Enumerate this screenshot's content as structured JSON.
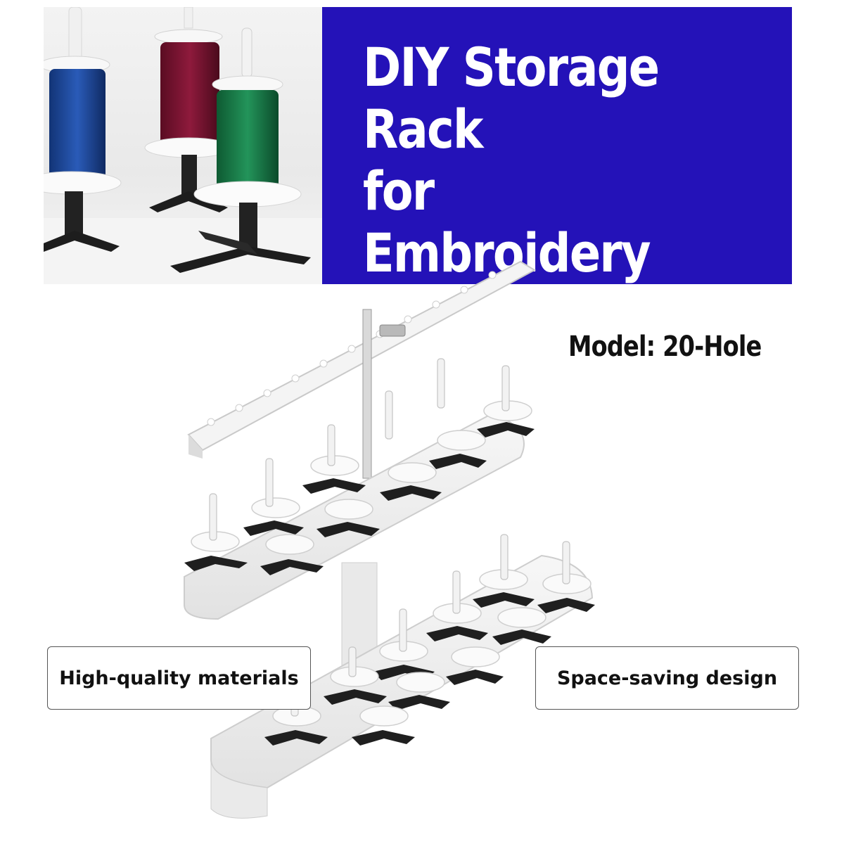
{
  "banner": {
    "title": "DIY Storage Rack\nfor Embroidery\nFloss",
    "photo_colors": {
      "blue_spool": "#1e4a9a",
      "red_spool": "#7a1230",
      "green_spool": "#1a7a4a",
      "background": "#2412b8"
    }
  },
  "model": {
    "label": "Model: 20-Hole"
  },
  "features": {
    "left": "High-quality materials",
    "right": "Space-saving design"
  }
}
